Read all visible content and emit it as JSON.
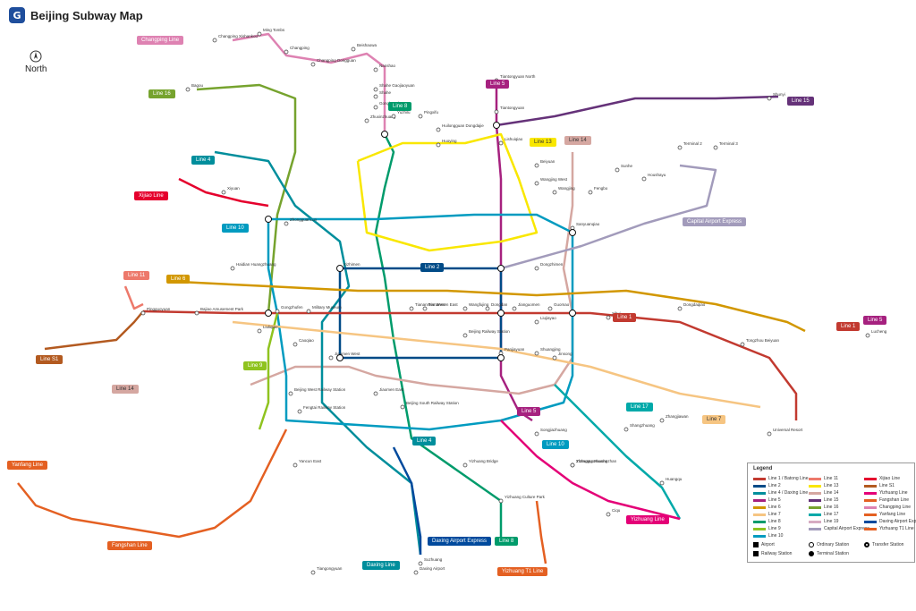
{
  "header": {
    "logo_glyph": "G",
    "title": "Beijing Subway Map"
  },
  "north_label": "North",
  "line_tags": [
    {
      "text": "Changping Line",
      "color": "#de82b2"
    },
    {
      "text": "Line 16",
      "color": "#76a32e"
    },
    {
      "text": "Line 8",
      "color": "#009b6b"
    },
    {
      "text": "Line 5",
      "color": "#a6217f"
    },
    {
      "text": "Line 15",
      "color": "#653279"
    },
    {
      "text": "Line 13",
      "color": "#f9e700"
    },
    {
      "text": "Line 14",
      "color": "#d5a7a1"
    },
    {
      "text": "Line 4",
      "color": "#008e9c"
    },
    {
      "text": "Xijiao Line",
      "color": "#e5002d"
    },
    {
      "text": "Line 10",
      "color": "#009bc0"
    },
    {
      "text": "Line 2",
      "color": "#004b87"
    },
    {
      "text": "Capital Airport Express",
      "color": "#a29bbb"
    },
    {
      "text": "Line 11",
      "color": "#ed796b"
    },
    {
      "text": "Line 6",
      "color": "#d29700"
    },
    {
      "text": "Line 1",
      "color": "#c23a30"
    },
    {
      "text": "Line S1",
      "color": "#b35a20"
    },
    {
      "text": "Line 9",
      "color": "#8fc31f"
    },
    {
      "text": "Line 14",
      "color": "#d5a7a1"
    },
    {
      "text": "Line 5",
      "color": "#a6217f"
    },
    {
      "text": "Line 17",
      "color": "#00a9a9"
    },
    {
      "text": "Line 4",
      "color": "#008e9c"
    },
    {
      "text": "Line 10",
      "color": "#009bc0"
    },
    {
      "text": "Line 7",
      "color": "#f6c582"
    },
    {
      "text": "Line 1",
      "color": "#c23a30"
    },
    {
      "text": "Line 5",
      "color": "#a6217f"
    },
    {
      "text": "Line 8",
      "color": "#009b6b"
    },
    {
      "text": "Yizhuang Line",
      "color": "#e40077"
    },
    {
      "text": "Yanfang Line",
      "color": "#e46022"
    },
    {
      "text": "Fangshan Line",
      "color": "#e46022"
    },
    {
      "text": "Daxing Line",
      "color": "#008e9c"
    },
    {
      "text": "Daxing Airport Express",
      "color": "#004a9d"
    },
    {
      "text": "Yizhuang T1 Line",
      "color": "#e46022"
    }
  ],
  "stations": [
    {
      "en": "Changping Xishankou"
    },
    {
      "en": "Ming Tombs"
    },
    {
      "en": "Changping"
    },
    {
      "en": "Changping Dongguan"
    },
    {
      "en": "Beishaowa"
    },
    {
      "en": "Nanshao"
    },
    {
      "en": "Shahe Gaojiaoyuan"
    },
    {
      "en": "Shahe"
    },
    {
      "en": "Gonghuacheng"
    },
    {
      "en": "Zhuxinzhuang"
    },
    {
      "en": "Yuzhilu"
    },
    {
      "en": "Pingxifu"
    },
    {
      "en": "Huilongguan Dongdajie"
    },
    {
      "en": "Huoying"
    },
    {
      "en": "Tiantongyuan North"
    },
    {
      "en": "Tiantongyuan"
    },
    {
      "en": "Lishuiqiao"
    },
    {
      "en": "Beiyuan"
    },
    {
      "en": "Wangjing West"
    },
    {
      "en": "Wangjing"
    },
    {
      "en": "Fengbo"
    },
    {
      "en": "Sunhe"
    },
    {
      "en": "Houshayu"
    },
    {
      "en": "Shunyi"
    },
    {
      "en": "Fengtai Railway Station"
    },
    {
      "en": "Xiyuan"
    },
    {
      "en": "Beijing West Railway Station"
    },
    {
      "en": "Beijing South Railway Station"
    },
    {
      "en": "Beijing Railway Station"
    },
    {
      "en": "Tiananmen West"
    },
    {
      "en": "Tiananmen East"
    },
    {
      "en": "Wangfujing"
    },
    {
      "en": "Dongdan"
    },
    {
      "en": "Jianguomen"
    },
    {
      "en": "Guomao"
    },
    {
      "en": "Sihui"
    },
    {
      "en": "Songjiazhuang"
    },
    {
      "en": "Yizhuang Huochezhan"
    },
    {
      "en": "Tongzhou Beiyuan"
    },
    {
      "en": "Lucheng"
    },
    {
      "en": "Dongdaqiao"
    },
    {
      "en": "Terminal 2"
    },
    {
      "en": "Terminal 3"
    },
    {
      "en": "Sanyuanqiao"
    },
    {
      "en": "Dongzhimen"
    },
    {
      "en": "Xizhimen"
    },
    {
      "en": "Haidian Huangzhuang"
    },
    {
      "en": "Zhongguancun"
    },
    {
      "en": "Bagou"
    },
    {
      "en": "Pingguoyuan"
    },
    {
      "en": "Bajiao Amusement Park"
    },
    {
      "en": "Gongzhufen"
    },
    {
      "en": "Military Museum"
    },
    {
      "en": "Liuliqiao"
    },
    {
      "en": "Caoqiao"
    },
    {
      "en": "Jiaomen West"
    },
    {
      "en": "Jiaomen East"
    },
    {
      "en": "Liujiayao"
    },
    {
      "en": "Panjiayuan"
    },
    {
      "en": "Shuangjing"
    },
    {
      "en": "Jinsong"
    },
    {
      "en": "Yancun East"
    },
    {
      "en": "Suzhuang"
    },
    {
      "en": "Yizhuang Culture Park"
    },
    {
      "en": "Yizhuang Bridge"
    },
    {
      "en": "Ciqu"
    },
    {
      "en": "Huangqu"
    },
    {
      "en": "Universal Resort"
    },
    {
      "en": "Daxing Airport"
    },
    {
      "en": "Tiangongyuan"
    },
    {
      "en": "Zhangguozhuang"
    },
    {
      "en": "Shangzhuang"
    },
    {
      "en": "Zhangjiawan"
    }
  ],
  "legend": {
    "title": "Legend",
    "lines": [
      {
        "name": "Line 1 / Batong Line",
        "color": "#c23a30"
      },
      {
        "name": "Line 2",
        "color": "#004b87"
      },
      {
        "name": "Line 4 / Daxing Line",
        "color": "#008e9c"
      },
      {
        "name": "Line 5",
        "color": "#a6217f"
      },
      {
        "name": "Line 6",
        "color": "#d29700"
      },
      {
        "name": "Line 7",
        "color": "#f6c582"
      },
      {
        "name": "Line 8",
        "color": "#009b6b"
      },
      {
        "name": "Line 9",
        "color": "#8fc31f"
      },
      {
        "name": "Line 10",
        "color": "#009bc0"
      },
      {
        "name": "Line 11",
        "color": "#ed796b"
      },
      {
        "name": "Line 13",
        "color": "#f9e700"
      },
      {
        "name": "Line 14",
        "color": "#d5a7a1"
      },
      {
        "name": "Line 15",
        "color": "#653279"
      },
      {
        "name": "Line 16",
        "color": "#76a32e"
      },
      {
        "name": "Line 17",
        "color": "#00a9a9"
      },
      {
        "name": "Line 19",
        "color": "#d6abc1"
      },
      {
        "name": "Capital Airport Express",
        "color": "#a29bbb"
      },
      {
        "name": "Xijiao Line",
        "color": "#e5002d"
      },
      {
        "name": "Line S1",
        "color": "#b35a20"
      },
      {
        "name": "Yizhuang Line",
        "color": "#e40077"
      },
      {
        "name": "Fangshan Line",
        "color": "#e46022"
      },
      {
        "name": "Changping Line",
        "color": "#de82b2"
      },
      {
        "name": "Yanfang Line",
        "color": "#e46022"
      },
      {
        "name": "Daxing Airport Express",
        "color": "#004a9d"
      },
      {
        "name": "Yizhuang T1 Line",
        "color": "#e46022"
      }
    ],
    "symbols": [
      {
        "label": "Airport",
        "kind": "airport"
      },
      {
        "label": "Ordinary Station",
        "kind": "dot"
      },
      {
        "label": "Transfer Station",
        "kind": "transfer"
      },
      {
        "label": "Railway Station",
        "kind": "rail"
      },
      {
        "label": "Terminal Station",
        "kind": "terminal"
      }
    ]
  }
}
